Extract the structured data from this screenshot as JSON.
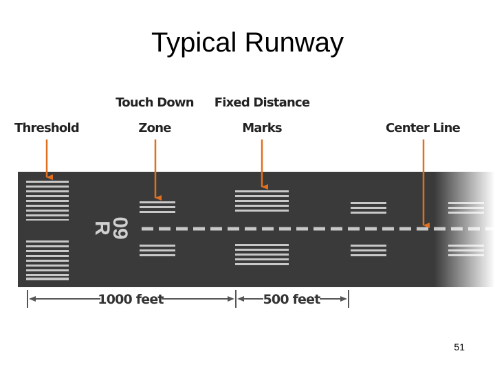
{
  "slide": {
    "title": "Typical Runway",
    "page_number": "51"
  },
  "diagram": {
    "callouts": {
      "threshold": "Threshold",
      "touchdown_line1": "Touch Down",
      "touchdown_line2": "Zone",
      "fixed_line1": "Fixed Distance",
      "fixed_line2": "Marks",
      "centerline": "Center Line"
    },
    "runway_designator": {
      "number": "09",
      "letter": "R"
    },
    "dimensions": {
      "first": "1000 feet",
      "second": "500 feet"
    },
    "colors": {
      "runway": "#3a3a3a",
      "marking": "#c8c8c8",
      "arrow": "#e07020"
    }
  }
}
